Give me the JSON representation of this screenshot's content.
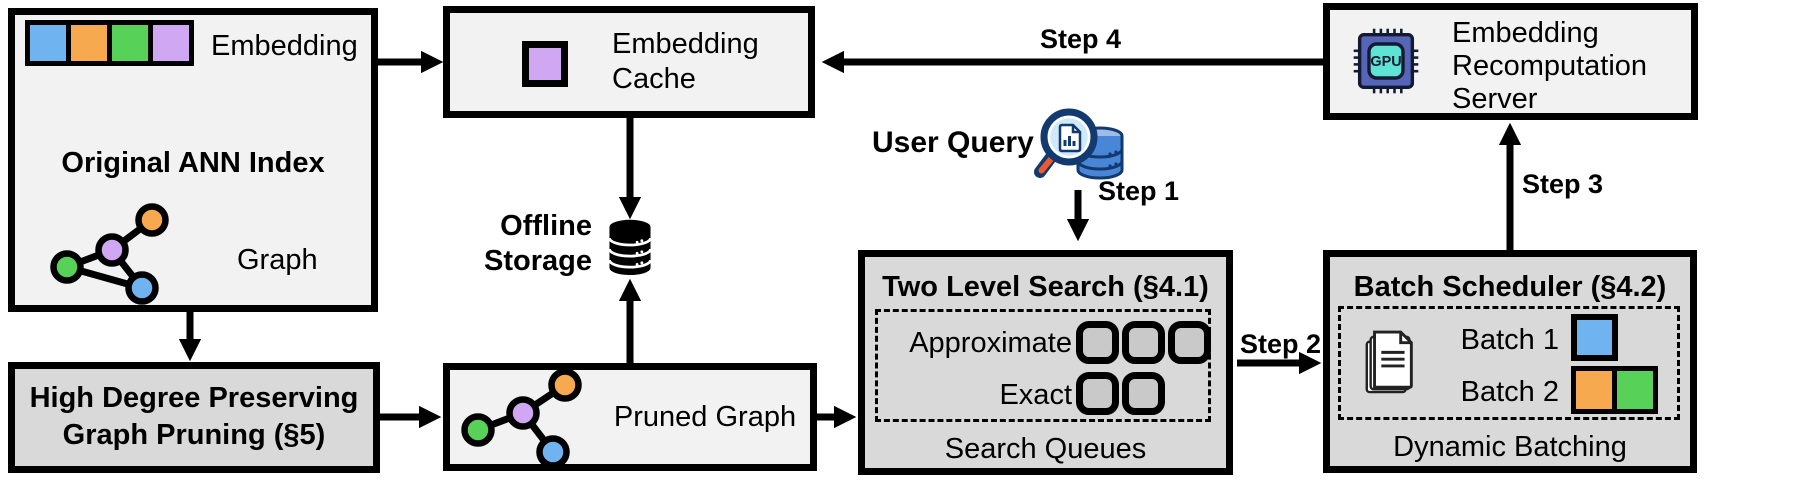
{
  "colors": {
    "blue": "#6fb3f0",
    "orange": "#f6a94e",
    "green": "#57d157",
    "purple": "#cfa7f2",
    "box_light": "#f2f2f2",
    "box_dark": "#d9d9d9",
    "queue_fill": "#c9c9c9",
    "chip_body": "#5566b8",
    "chip_core": "#5fe3d4",
    "query_db": "#4a86d8",
    "query_handle": "#f0592b"
  },
  "ann_index": {
    "title": "Original ANN Index",
    "embedding_label": "Embedding",
    "graph_label": "Graph"
  },
  "embedding_cache": {
    "line1": "Embedding",
    "line2": "Cache"
  },
  "offline_storage": {
    "line1": "Offline",
    "line2": "Storage"
  },
  "user_query": {
    "label": "User Query"
  },
  "steps": {
    "s1": "Step 1",
    "s2": "Step 2",
    "s3": "Step 3",
    "s4": "Step 4"
  },
  "two_level_search": {
    "title": "Two Level Search (§4.1)",
    "row1_label": "Approximate",
    "row2_label": "Exact",
    "row1_queue_count": 3,
    "row2_queue_count": 2,
    "footer": "Search Queues"
  },
  "batch_scheduler": {
    "title": "Batch Scheduler (§4.2)",
    "batch1_label": "Batch 1",
    "batch2_label": "Batch 2",
    "footer": "Dynamic Batching"
  },
  "recompute_server": {
    "line1": "Embedding",
    "line2": "Recomputation",
    "line3": "Server",
    "chip_label": "GPU"
  },
  "graph_pruning": {
    "line1": "High Degree Preserving",
    "line2": "Graph Pruning (§5)"
  },
  "pruned_graph": {
    "label": "Pruned Graph"
  }
}
